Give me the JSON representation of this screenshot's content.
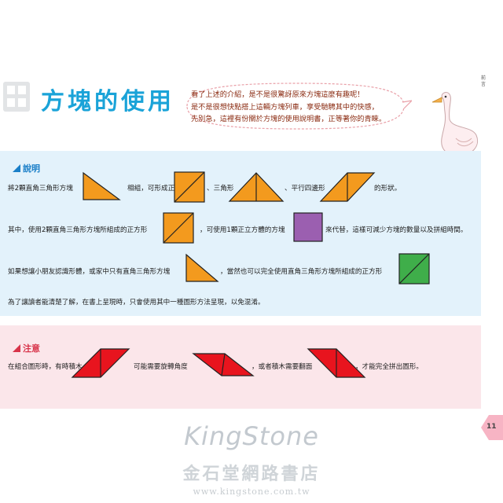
{
  "header": {
    "title": "方塊的使用",
    "bubble_lines": [
      "看了上述的介紹，是不是很驚訝原來方塊這麼有趣呢！",
      "是不是很想快點搭上這輛方塊列車，享受馳騁其中的快感，",
      "先別急，這裡有份關於方塊的使用說明書，正等著你的青睞。"
    ],
    "side_label": "前\n言"
  },
  "explain": {
    "heading": "說明",
    "row1": {
      "t1": "將2顆直角三角形方塊",
      "t2": "相組，可形成正方形",
      "t3": "、三角形",
      "t4": "、平行四邊形",
      "t5": "的形狀。"
    },
    "row2": {
      "t1": "其中，使用2顆直角三角形方塊所組成的正方形",
      "t2": "，可使用1顆正立方體的方塊",
      "t3": "來代替，這樣可減少方塊的數量以及拼組時間。"
    },
    "row3": {
      "t1": "如果想讓小朋友認識形體，或家中只有直角三角形方塊",
      "t2": "，當然也可以完全使用直角三角形方塊所組成的正方形"
    },
    "row4": "為了讓讀者能清楚了解，在書上呈現時，只會使用其中一種圖形方法呈現，以免混淆。"
  },
  "note": {
    "heading": "注意",
    "t1": "在組合圖形時，有時積木",
    "t2": "可能需要旋轉角度",
    "t3": "，或者積木需要翻面",
    "t4": "，才能完全拼出圖形。"
  },
  "page_number": "11",
  "watermark": {
    "brand": "KingStone",
    "store": "金石堂網路書店",
    "url": "www.kingstone.com.tw"
  },
  "colors": {
    "orange": "#f39a1e",
    "purple": "#9b5fb0",
    "green": "#3fae4a",
    "red": "#e8141e",
    "title_blue": "#1aa3d8",
    "explain_bg": "#e3f2fb",
    "note_bg": "#fbe6ea"
  }
}
